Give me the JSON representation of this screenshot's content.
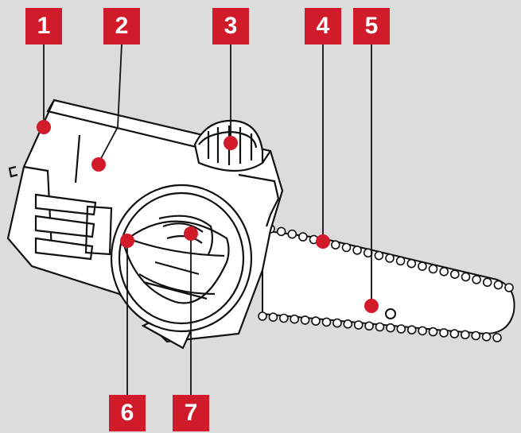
{
  "colors": {
    "background": "#dcdcdc",
    "badge": "#d11a2a",
    "badge_text": "#ffffff",
    "dot": "#d11a2a",
    "line": "#111111",
    "fill": "#ffffff"
  },
  "badges": [
    {
      "number": "1"
    },
    {
      "number": "2"
    },
    {
      "number": "3"
    },
    {
      "number": "4"
    },
    {
      "number": "5"
    },
    {
      "number": "6"
    },
    {
      "number": "7"
    }
  ]
}
